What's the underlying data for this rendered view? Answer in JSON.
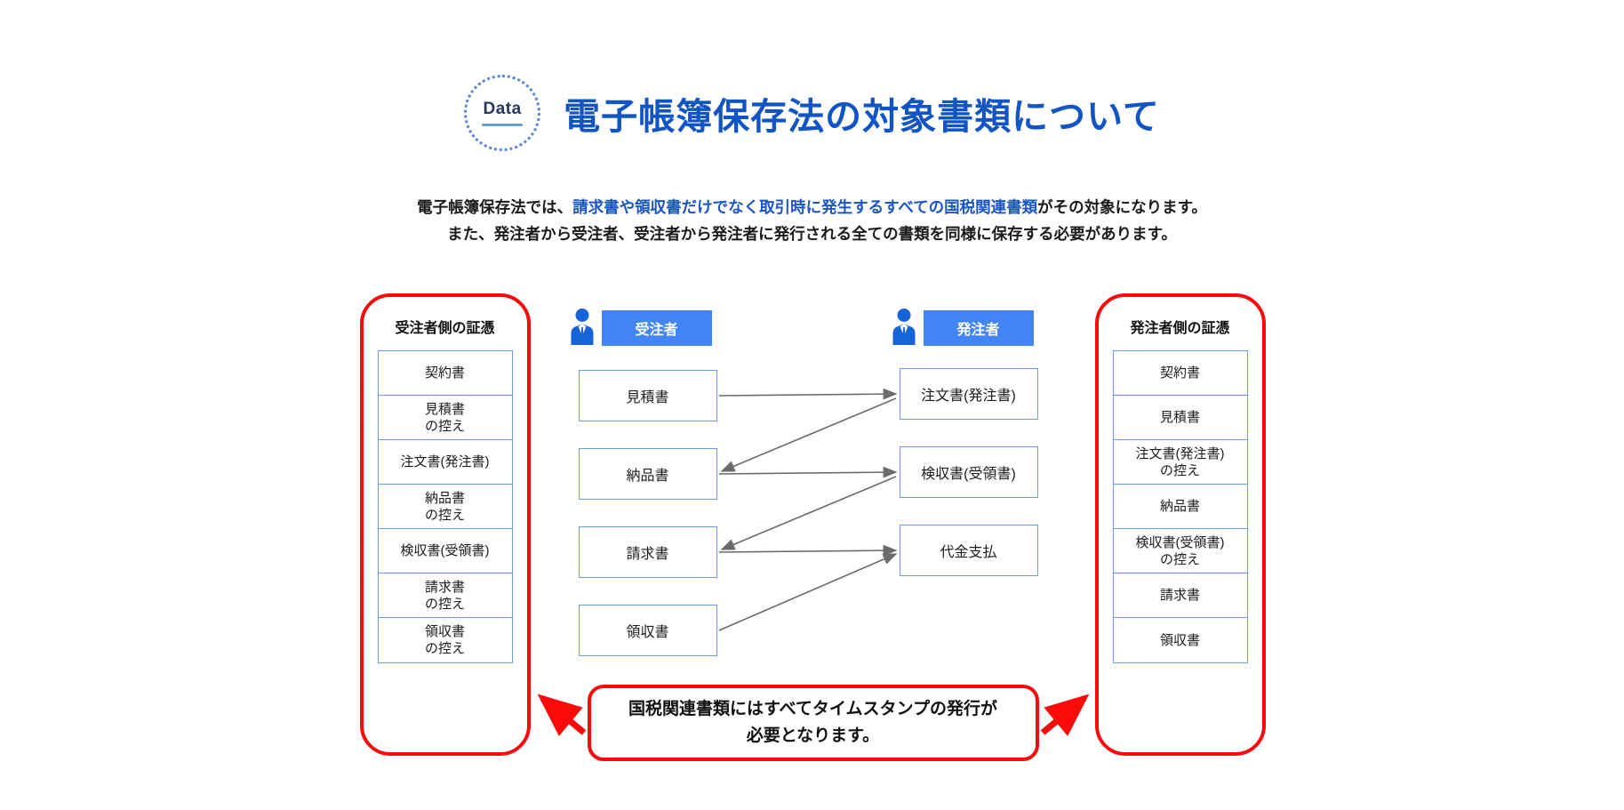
{
  "header": {
    "badge_label": "Data",
    "badge_icon": "dotted-circle-badge",
    "title": "電子帳簿保存法の対象書類について"
  },
  "subtitle": {
    "line1_prefix": "電子帳簿保存法では、",
    "line1_highlight": "請求書や領収書だけでなく取引時に発生するすべての国税関連書類",
    "line1_suffix": "がその対象になります。",
    "line2": "また、発注者から受注者、受注者から発注者に発行される全ての書類を同様に保存する必要があります。"
  },
  "diagram": {
    "left_panel": {
      "title": "受注者側の証憑",
      "items": [
        "契約書",
        "見積書\nの控え",
        "注文書(発注書)",
        "納品書\nの控え",
        "検収書(受領書)",
        "請求書\nの控え",
        "領収書\nの控え"
      ]
    },
    "right_panel": {
      "title": "発注者側の証憑",
      "items": [
        "契約書",
        "見積書",
        "注文書(発注書)\nの控え",
        "納品書",
        "検収書(受領書)\nの控え",
        "請求書",
        "領収書"
      ]
    },
    "actors": [
      {
        "label": "受注者",
        "icon": "person-business-icon"
      },
      {
        "label": "発注者",
        "icon": "person-business-icon"
      }
    ],
    "seller_flow": [
      "見積書",
      "納品書",
      "請求書",
      "領収書"
    ],
    "buyer_flow": [
      "注文書(発注書)",
      "検収書(受領書)",
      "代金支払"
    ],
    "connections": [
      {
        "from": "見積書",
        "to": "注文書(発注書)",
        "direction": "right"
      },
      {
        "from": "注文書(発注書)",
        "to": "納品書",
        "direction": "left"
      },
      {
        "from": "納品書",
        "to": "検収書(受領書)",
        "direction": "right"
      },
      {
        "from": "検収書(受領書)",
        "to": "請求書",
        "direction": "left"
      },
      {
        "from": "請求書",
        "to": "代金支払",
        "direction": "right"
      },
      {
        "from": "領収書",
        "to": "代金支払",
        "direction": "right"
      }
    ],
    "callout": {
      "line1_bold": "国税関連書類",
      "line1_mid": "にはすべてタイムスタンプの",
      "line1_bold2": "発",
      "line1_tail": "行が",
      "line2": "必要となります。"
    }
  },
  "colors": {
    "title_blue": "#1155c4",
    "accent_blue": "#4285f4",
    "box_border_blue": "#6c9bea",
    "frame_red": "#fb0a0a",
    "arrow_gray": "#6b6b6b"
  }
}
